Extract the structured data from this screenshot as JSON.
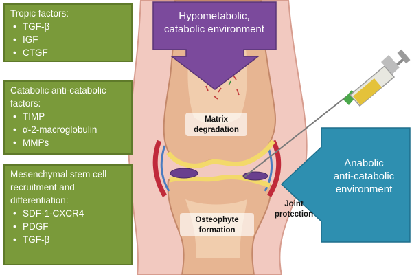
{
  "boxes": {
    "tropic": {
      "title": "Tropic factors:",
      "items": [
        "TGF-β",
        "IGF",
        "CTGF"
      ]
    },
    "catabolic": {
      "title_line1": "Catabolic anti-catabolic",
      "title_line2": "factors:",
      "items": [
        "TIMP",
        "α-2-macroglobulin",
        "MMPs"
      ]
    },
    "msc": {
      "title_line1": "Mesenchymal stem cell",
      "title_line2": "recruitment and",
      "title_line3": "differentiation:",
      "items": [
        "SDF-1-CXCR4",
        "PDGF",
        "TGF-β"
      ]
    }
  },
  "arrows": {
    "hypometabolic": {
      "line1": "Hypometabolic,",
      "line2": "catabolic environment",
      "color": "#7b4a9c"
    },
    "anabolic": {
      "line1": "Anabolic",
      "line2": "anti-catabolic",
      "line3": "environment",
      "color": "#2e8fb0"
    }
  },
  "labels": {
    "matrix_line1": "Matrix",
    "matrix_line2": "degradation",
    "osteo_line1": "Osteophyte",
    "osteo_line2": "formation",
    "joint_line1": "Joint",
    "joint_line2": "protection"
  },
  "bullet": "•",
  "colors": {
    "box_fill": "#7a9a3a",
    "bone": "#d9a07a",
    "cartilage": "#f3d96a",
    "membrane": "#c02a3a",
    "meniscus": "#6a3f8e"
  }
}
